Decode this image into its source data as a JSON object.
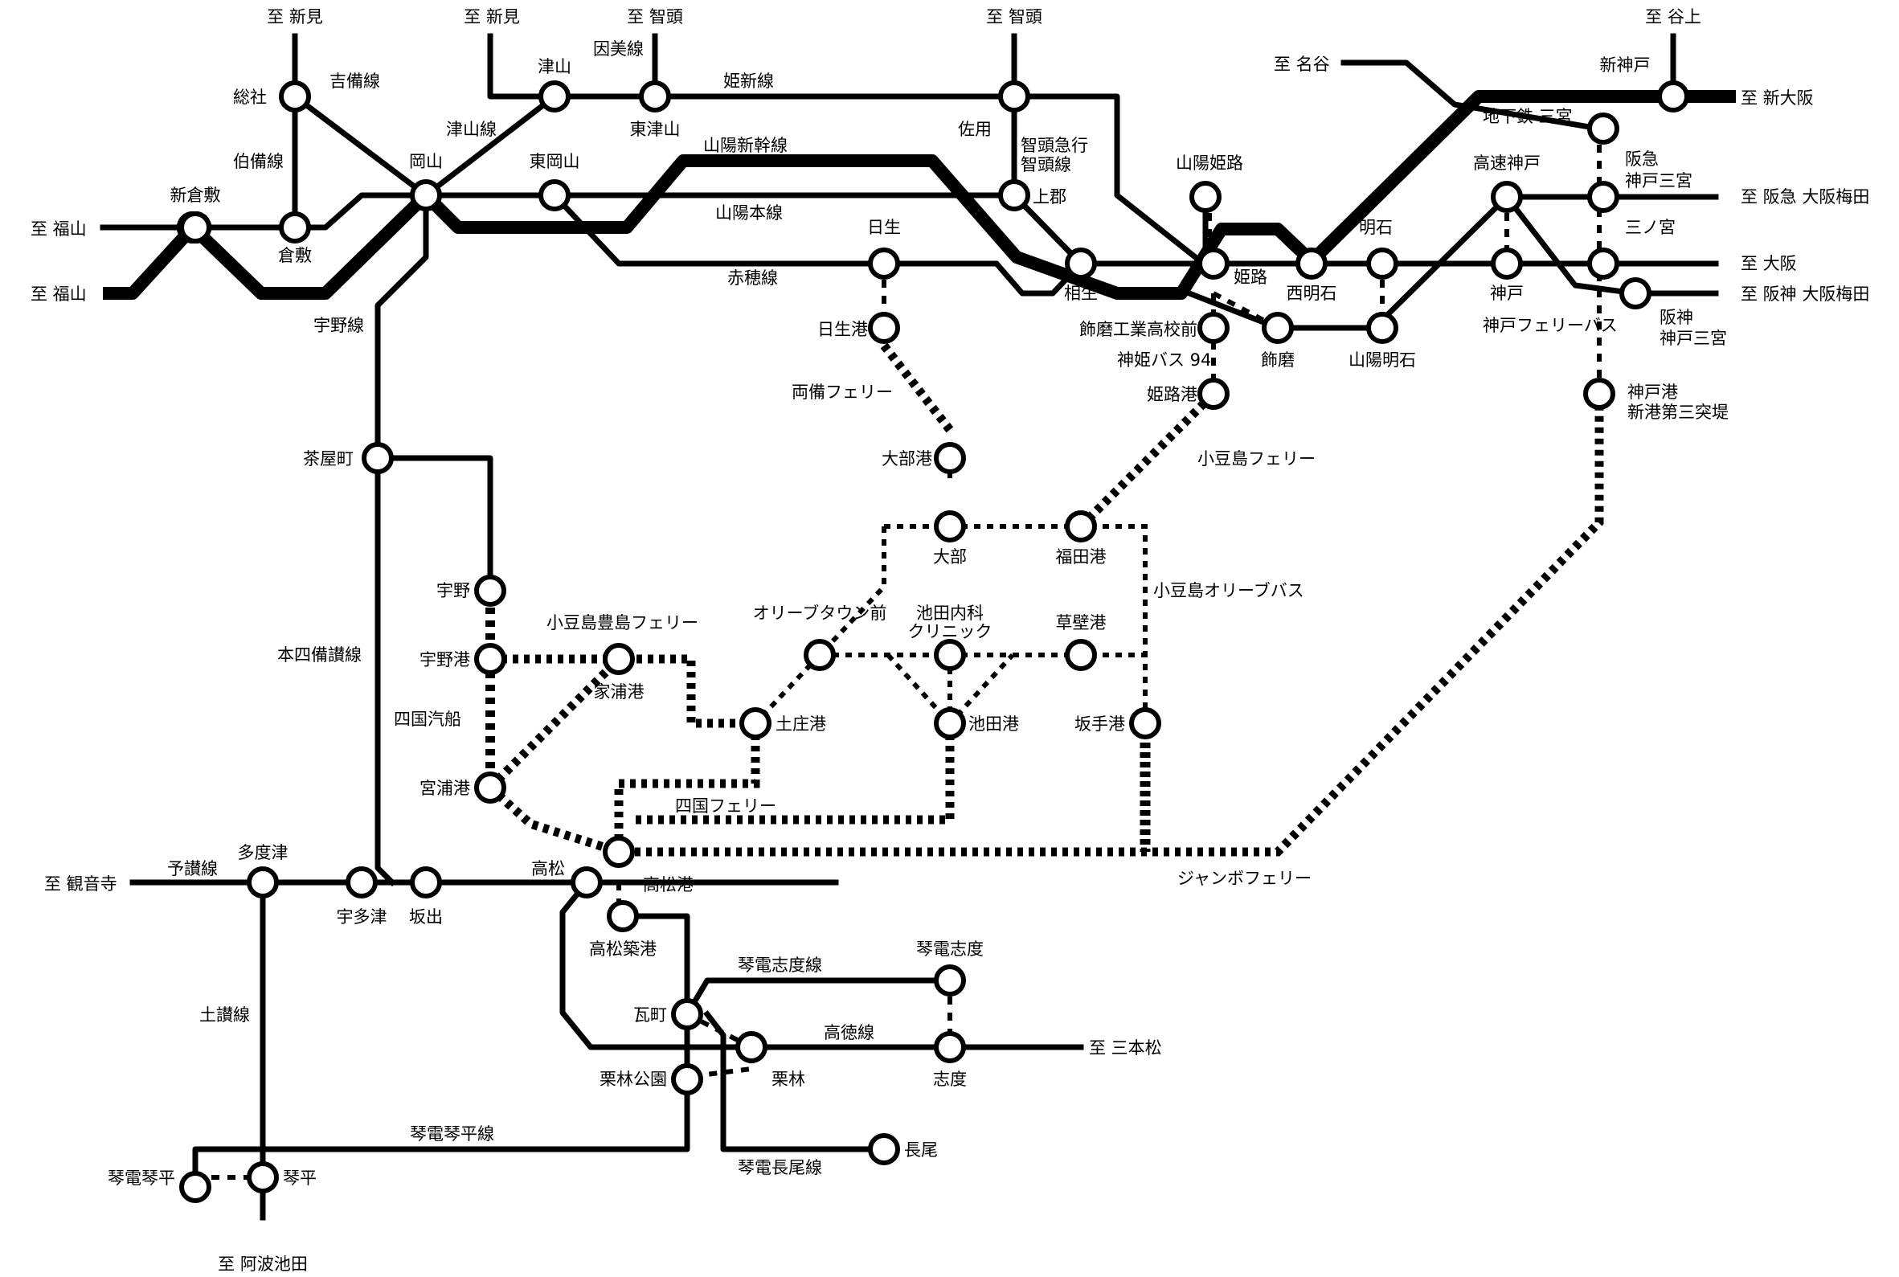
{
  "map": {
    "colors": {
      "line": "#000000",
      "station_fill": "#ffffff",
      "background": "#ffffff"
    },
    "terminals": {
      "to_niimi_1": "至 新見",
      "to_niimi_2": "至 新見",
      "to_chizu_1": "至 智頭",
      "to_chizu_2": "至 智頭",
      "to_tanigami": "至 谷上",
      "to_nadani": "至 名谷",
      "to_fukuyama_1": "至 福山",
      "to_fukuyama_2": "至 福山",
      "to_shinosaka": "至 新大阪",
      "to_hankyu_umeda": "至 阪急 大阪梅田",
      "to_osaka": "至 大阪",
      "to_hanshin_umeda": "至 阪神 大阪梅田",
      "to_kanonji": "至 観音寺",
      "to_sanbonmatsu": "至 三本松",
      "to_awaikeda": "至 阿波池田"
    },
    "lines": {
      "kibi": "吉備線",
      "hakubi": "伯備線",
      "tsuyama": "津山線",
      "inbi": "因美線",
      "kishin": "姫新線",
      "sanyo_shinkansen": "山陽新幹線",
      "sanyo_main": "山陽本線",
      "chizukyu_1": "智頭急行",
      "chizukyu_2": "智頭線",
      "ako": "赤穂線",
      "uno": "宇野線",
      "honshibisan": "本四備讃線",
      "shikoku_kisen": "四国汽船",
      "ryobi_ferry": "両備フェリー",
      "shodoshima_ferry": "小豆島フェリー",
      "shodoshima_olive_bus": "小豆島オリーブバス",
      "shodoshima_teshima_ferry": "小豆島豊島フェリー",
      "shikoku_ferry": "四国フェリー",
      "jumbo_ferry": "ジャンボフェリー",
      "shinki_bus": "神姫バス 94",
      "kobe_ferry_bus": "神戸フェリーバス",
      "yosan": "予讃線",
      "dosan": "土讃線",
      "kotoden_shido": "琴電志度線",
      "kotoku": "高徳線",
      "kotoden_kotohira": "琴電琴平線",
      "kotoden_nagao": "琴電長尾線"
    },
    "stations": {
      "soja": "総社",
      "kurashiki": "倉敷",
      "shinkurashiki": "新倉敷",
      "okayama": "岡山",
      "tsuyama": "津山",
      "higashitsuyama": "東津山",
      "higashiokayama": "東岡山",
      "sayo": "佐用",
      "kamigori": "上郡",
      "aioi": "相生",
      "hinase": "日生",
      "hinase_port": "日生港",
      "sanyo_himeji": "山陽姫路",
      "himeji": "姫路",
      "shikama_kogyo": "飾磨工業高校前",
      "shikama": "飾磨",
      "himeji_port": "姫路港",
      "nishi_akashi": "西明石",
      "akashi": "明石",
      "sanyo_akashi": "山陽明石",
      "shin_kobe": "新神戸",
      "subway_sannomiya": "地下鉄 三宮",
      "kosoku_kobe": "高速神戸",
      "hankyu_kobe_sannomiya_1": "阪急",
      "hankyu_kobe_sannomiya_2": "神戸三宮",
      "sannomiya": "三ノ宮",
      "kobe": "神戸",
      "hanshin_kobe_sannomiya_1": "阪神",
      "hanshin_kobe_sannomiya_2": "神戸三宮",
      "kobe_port_1": "神戸港",
      "kobe_port_2": "新港第三突堤",
      "chayamachi": "茶屋町",
      "uno": "宇野",
      "uno_port": "宇野港",
      "miyaura_port": "宮浦港",
      "ieura_port": "家浦港",
      "tonosho_port": "土庄港",
      "olive_town_mae": "オリーブタウン前",
      "ikeda_clinic_1": "池田内科",
      "ikeda_clinic_2": "クリニック",
      "ikeda_port": "池田港",
      "kusakabe_port": "草壁港",
      "sakate_port": "坂手港",
      "obe_port": "大部港",
      "obe": "大部",
      "fukuda_port": "福田港",
      "tadotsu": "多度津",
      "utazu": "宇多津",
      "sakaide": "坂出",
      "takamatsu": "高松",
      "takamatsu_port": "高松港",
      "takamatsu_chikko": "高松築港",
      "kawaramachi": "瓦町",
      "ritsurin_koen": "栗林公園",
      "ritsurin": "栗林",
      "kotoden_shido": "琴電志度",
      "shido": "志度",
      "nagao": "長尾",
      "kotoden_kotohira": "琴電琴平",
      "kotohira": "琴平"
    }
  }
}
